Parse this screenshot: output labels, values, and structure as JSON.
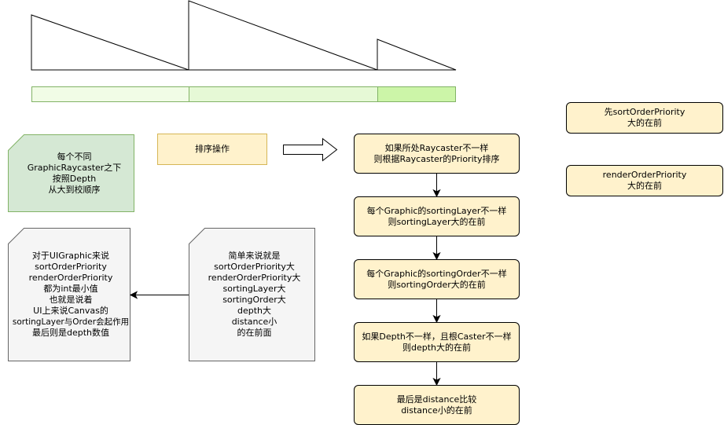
{
  "note_green": {
    "lines": [
      "每个不同",
      "GraphicRaycaster之下",
      "按照Depth",
      "从大到校顺序"
    ],
    "color": "#d5e8d4"
  },
  "sort_op": {
    "label": "排序操作",
    "color": "#fff2cc"
  },
  "flow": [
    {
      "lines": [
        "如果所处Raycaster不一样",
        "则根据Raycaster的Priority排序"
      ]
    },
    {
      "lines": [
        "每个Graphic的sortingLayer不一样",
        "则sortingLayer大的在前"
      ]
    },
    {
      "lines": [
        "每个Graphic的sortingOrder不一样",
        "则sortingOrder大的在前"
      ]
    },
    {
      "lines": [
        "如果Depth不一样，且根Caster不一样",
        "则depth大的在前"
      ]
    },
    {
      "lines": [
        "最后是distance比较",
        "distance小的在前"
      ]
    }
  ],
  "side_notes": [
    {
      "lines": [
        "先sortOrderPriority",
        "大的在前"
      ]
    },
    {
      "lines": [
        "renderOrderPriority",
        "大的在前"
      ]
    }
  ],
  "note_simple": {
    "lines": [
      "简单来说就是",
      "sortOrderPriority大",
      "renderOrderPriority大",
      "sortingLayer大",
      "sortingOrder大",
      "depth大",
      "distance小",
      "的在前面"
    ]
  },
  "note_ui": {
    "lines": [
      "对于UIGraphic来说",
      "sortOrderPriority",
      "renderOrderPriority",
      "都为int最小值",
      "也就是说着",
      "UI上来说Canvas的",
      "sortingLayer与Order会起作用",
      "最后则是depth数值"
    ]
  },
  "timeline": {
    "segment_colors": [
      "#f1fce6",
      "#e6f9d6",
      "#ccf5a8"
    ]
  }
}
